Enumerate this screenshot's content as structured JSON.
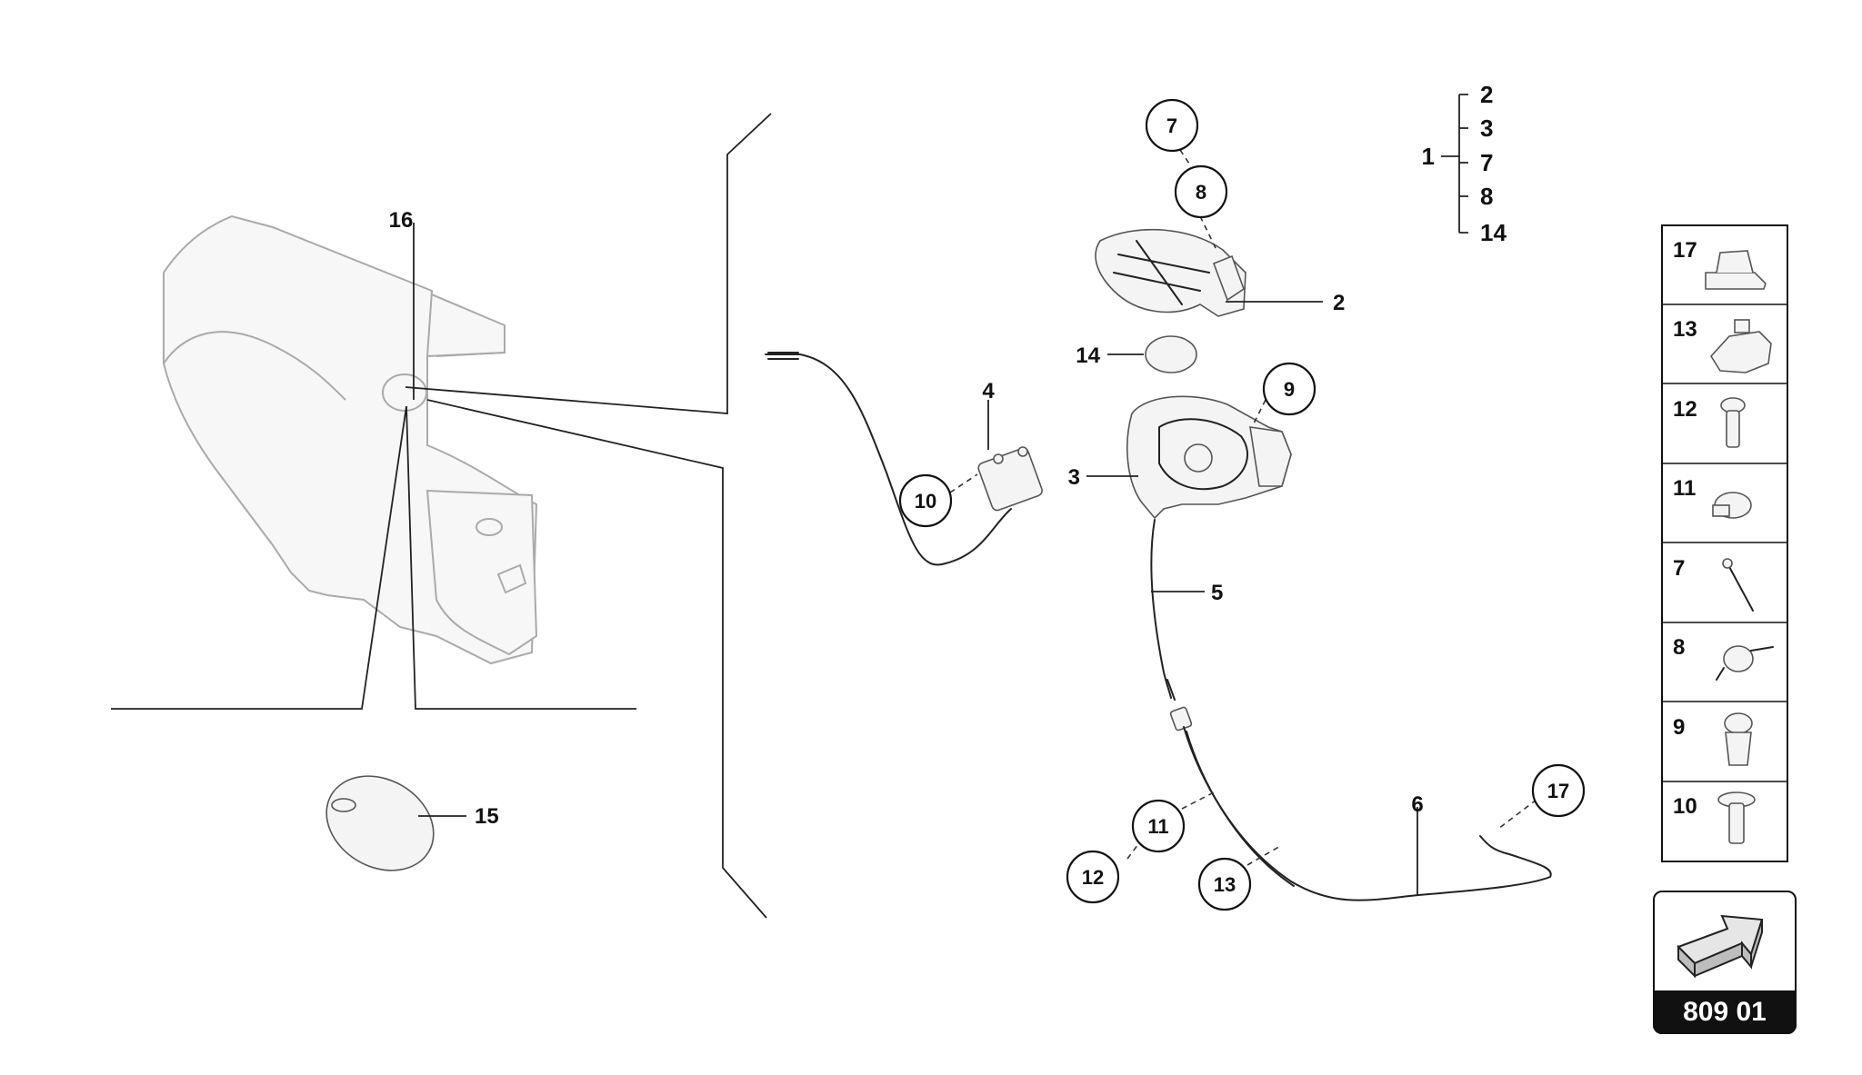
{
  "diagram": {
    "callouts": {
      "c16": "16",
      "c15": "15",
      "c4": "4",
      "c3": "3",
      "c2": "2",
      "c14": "14",
      "c5": "5",
      "c6": "6"
    },
    "circled": {
      "c7": "7",
      "c8": "8",
      "c9": "9",
      "c10": "10",
      "c11": "11",
      "c12": "12",
      "c13": "13",
      "c17": "17"
    },
    "assembly_bracket": {
      "parent": "1",
      "children": [
        "2",
        "3",
        "7",
        "8",
        "14"
      ]
    },
    "hardware_panel": {
      "items": [
        "17",
        "13",
        "12",
        "11",
        "7",
        "8",
        "9",
        "10"
      ]
    },
    "reference": {
      "code": "809 01"
    }
  }
}
